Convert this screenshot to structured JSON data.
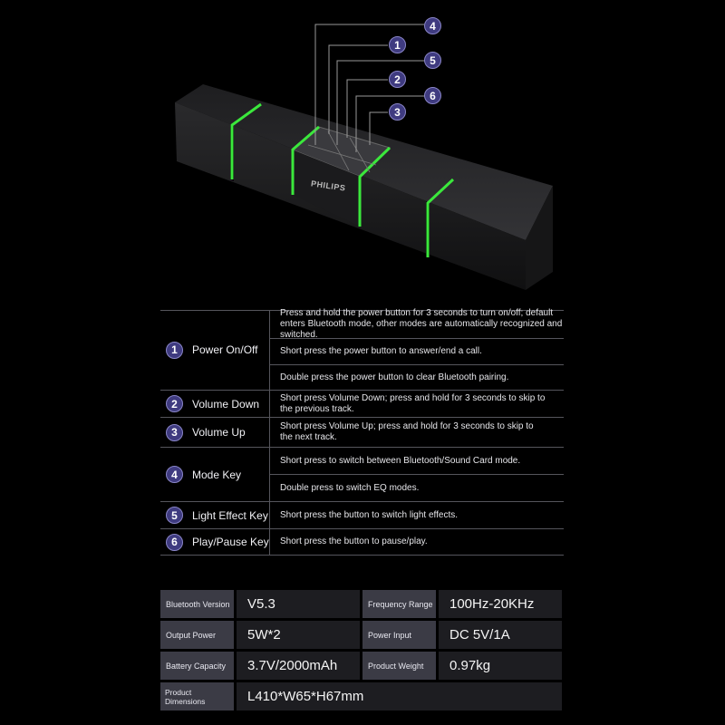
{
  "product": {
    "brand": "PHILIPS"
  },
  "callouts": [
    "4",
    "1",
    "5",
    "2",
    "6",
    "3"
  ],
  "controls": [
    {
      "num": "1",
      "name": "Power On/Off",
      "descriptions": [
        "Press and hold the power button for 3 seconds to turn on/off; default enters Bluetooth mode, other modes are automatically recognized and switched.",
        "Short press the power button to answer/end a call.",
        "Double press the power button to clear Bluetooth pairing."
      ]
    },
    {
      "num": "2",
      "name": "Volume Down",
      "descriptions": [
        "Short press Volume Down; press and hold for 3 seconds to skip to the previous track."
      ]
    },
    {
      "num": "3",
      "name": "Volume Up",
      "descriptions": [
        "Short press Volume Up; press and hold for 3 seconds to skip to the next track."
      ]
    },
    {
      "num": "4",
      "name": "Mode Key",
      "descriptions": [
        "Short press to switch between Bluetooth/Sound Card mode.",
        "Double press to switch EQ modes."
      ]
    },
    {
      "num": "5",
      "name": "Light Effect Key",
      "descriptions": [
        "Short press the button to switch light effects."
      ]
    },
    {
      "num": "6",
      "name": "Play/Pause Key",
      "descriptions": [
        "Short press the button to pause/play."
      ]
    }
  ],
  "specs": [
    {
      "label": "Bluetooth Version",
      "value": "V5.3"
    },
    {
      "label": "Frequency Range",
      "value": "100Hz-20KHz"
    },
    {
      "label": "Output Power",
      "value": "5W*2"
    },
    {
      "label": "Power Input",
      "value": "DC 5V/1A"
    },
    {
      "label": "Battery Capacity",
      "value": "3.7V/2000mAh"
    },
    {
      "label": "Product Weight",
      "value": "0.97kg"
    },
    {
      "label": "Product Dimensions",
      "value": "L410*W65*H67mm"
    }
  ],
  "colors": {
    "accent": "#3f3b80",
    "glow": "#39e63a"
  }
}
